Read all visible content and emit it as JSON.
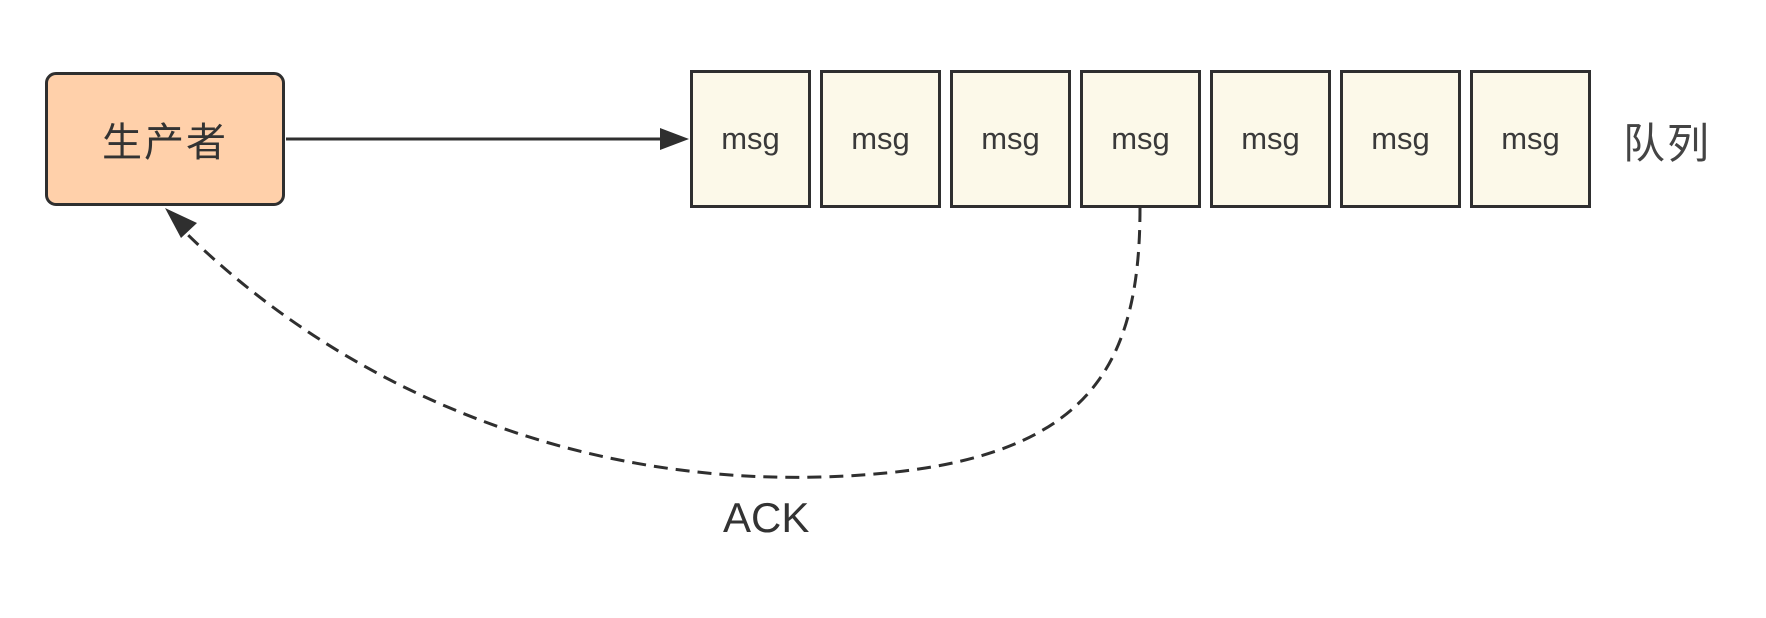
{
  "producer": {
    "label": "生产者",
    "fill_color": "#ffd0aa"
  },
  "queue": {
    "label": "队列",
    "cell_fill_color": "#fcf9e9",
    "messages": [
      "msg",
      "msg",
      "msg",
      "msg",
      "msg",
      "msg",
      "msg"
    ]
  },
  "ack": {
    "label": "ACK"
  },
  "line_color": "#2f2f2f"
}
